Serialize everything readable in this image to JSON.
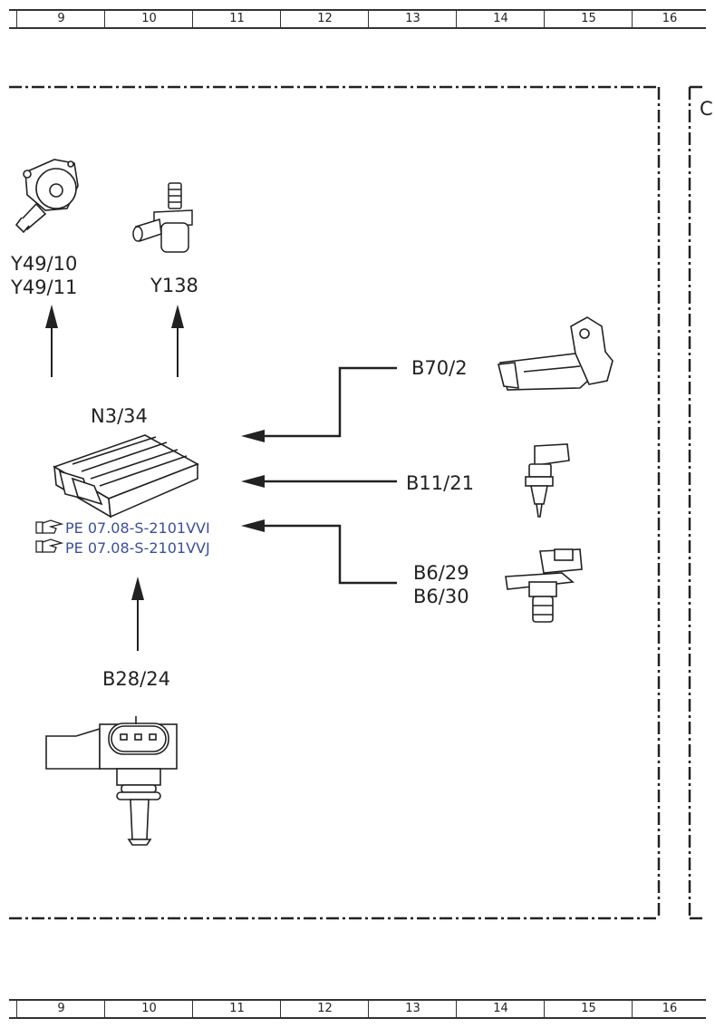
{
  "ruler_top": [
    "9",
    "10",
    "11",
    "12",
    "13",
    "14",
    "15",
    "16"
  ],
  "ruler_bottom": [
    "9",
    "10",
    "11",
    "12",
    "13",
    "14",
    "15",
    "16"
  ],
  "components": {
    "y49": {
      "line1": "Y49/10",
      "line2": "Y49/11"
    },
    "y138": {
      "label": "Y138"
    },
    "n3": {
      "label": "N3/34"
    },
    "b70": {
      "label": "B70/2"
    },
    "b11": {
      "label": "B11/21"
    },
    "b6": {
      "line1": "B6/29",
      "line2": "B6/30"
    },
    "b28": {
      "label": "B28/24"
    }
  },
  "references": [
    "PE 07.08-S-2101VVI",
    "PE 07.08-S-2101VVJ"
  ],
  "edge_letter": "C"
}
